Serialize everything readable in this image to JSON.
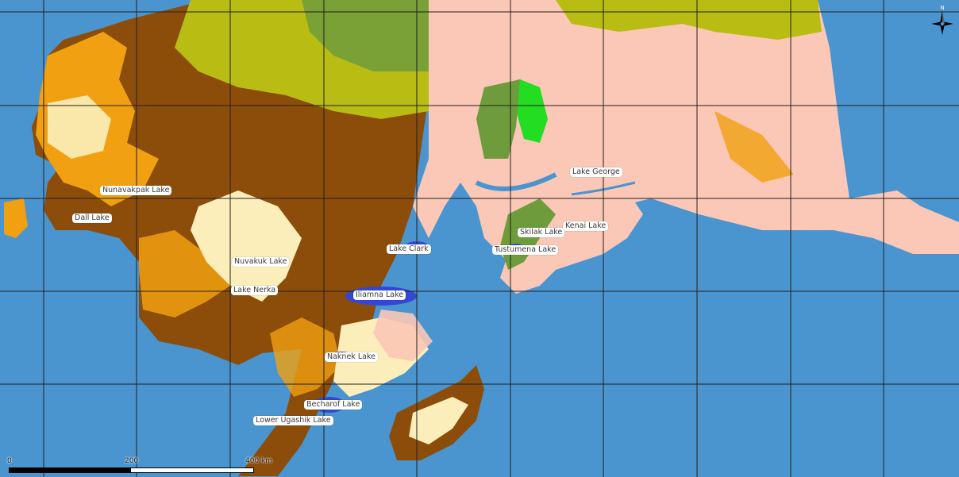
{
  "map": {
    "colors": {
      "water": "#4a95d0",
      "lake": "#3347d4",
      "forest_brown": "#8c4d0a",
      "shrub_orange": "#f0a010",
      "grass_cream": "#fbeebb",
      "tundra_olive": "#b9bc12",
      "wetland_green": "#6e9c3c",
      "deciduous_bright": "#22dd22",
      "snow_pink": "#fbc7b6",
      "grid": "#202020"
    },
    "lakes": [
      {
        "name": "Nunavakpak Lake"
      },
      {
        "name": "Dall Lake"
      },
      {
        "name": "Nuvakuk Lake"
      },
      {
        "name": "Lake Nerka"
      },
      {
        "name": "Lake Clark"
      },
      {
        "name": "Iliamna Lake"
      },
      {
        "name": "Naknek Lake"
      },
      {
        "name": "Becharof Lake"
      },
      {
        "name": "Lower Ugashik Lake"
      },
      {
        "name": "Lake George"
      },
      {
        "name": "Skilak Lake"
      },
      {
        "name": "Kenai Lake"
      },
      {
        "name": "Tustumena Lake"
      }
    ],
    "scale": {
      "labels": [
        "0",
        "200",
        "400 km"
      ]
    },
    "north_arrow": {
      "letter": "N",
      "icon": "compass-rose-icon"
    }
  }
}
